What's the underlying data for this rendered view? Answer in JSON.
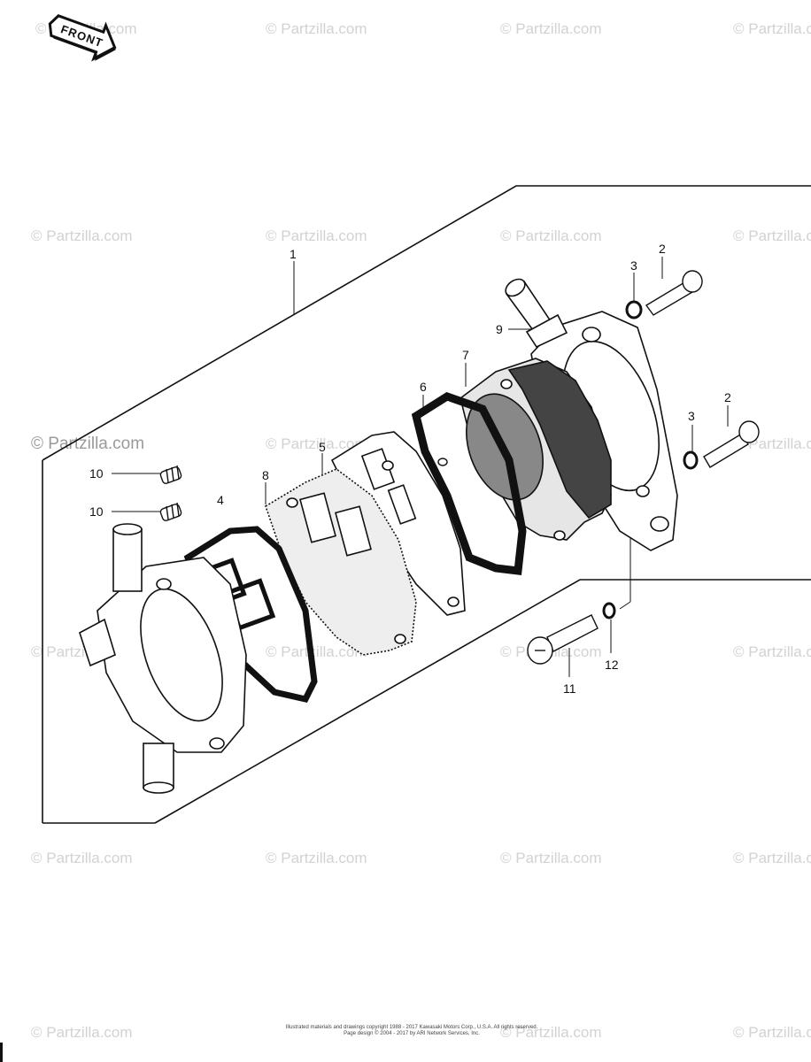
{
  "front_label": "FRONT",
  "watermark": "© Partzilla.com",
  "watermark_large": "© Partzilla.com",
  "callouts": {
    "c1": "1",
    "c2a": "2",
    "c2b": "2",
    "c3a": "3",
    "c3b": "3",
    "c4": "4",
    "c5": "5",
    "c6": "6",
    "c7": "7",
    "c8": "8",
    "c9": "9",
    "c10a": "10",
    "c10b": "10",
    "c11": "11",
    "c12": "12"
  },
  "copyright": {
    "line1": "Illustrated materials and drawings copyright 1988 - 2017 Kawasaki Motors Corp., U.S.A. All rights reserved.",
    "line2": "Page design © 2004 - 2017 by ARI Network Services, Inc."
  }
}
